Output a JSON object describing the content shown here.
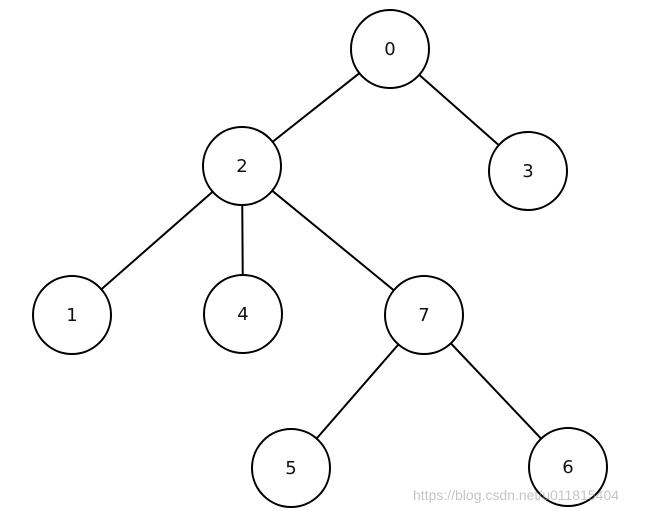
{
  "tree": {
    "nodes": [
      {
        "id": "0",
        "label": "0"
      },
      {
        "id": "2",
        "label": "2"
      },
      {
        "id": "3",
        "label": "3"
      },
      {
        "id": "1",
        "label": "1"
      },
      {
        "id": "4",
        "label": "4"
      },
      {
        "id": "7",
        "label": "7"
      },
      {
        "id": "5",
        "label": "5"
      },
      {
        "id": "6",
        "label": "6"
      }
    ],
    "edges": [
      {
        "from": "0",
        "to": "2"
      },
      {
        "from": "0",
        "to": "3"
      },
      {
        "from": "2",
        "to": "1"
      },
      {
        "from": "2",
        "to": "4"
      },
      {
        "from": "2",
        "to": "7"
      },
      {
        "from": "7",
        "to": "5"
      },
      {
        "from": "7",
        "to": "6"
      }
    ]
  },
  "watermark": "https://blog.csdn.net/u011815404"
}
